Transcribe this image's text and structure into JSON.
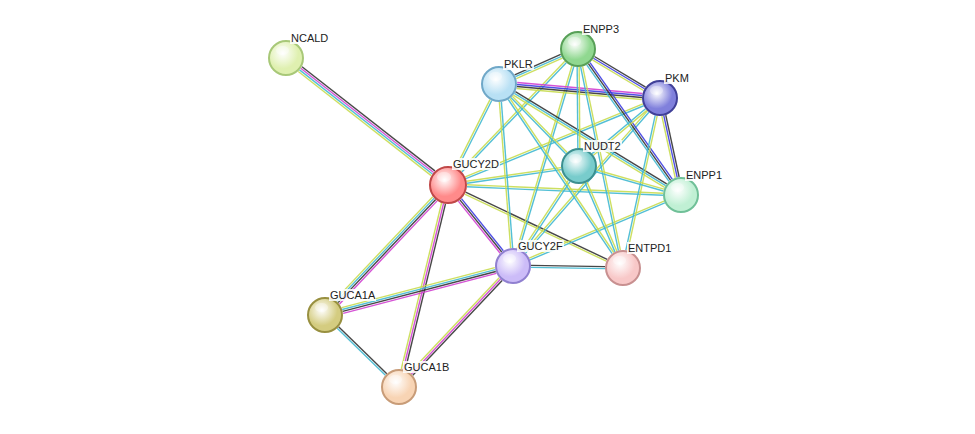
{
  "diagram": {
    "nodes": [
      {
        "text": [
          "NCALD"
        ]
      },
      {
        "text": [
          "ENPP3"
        ]
      },
      {
        "text": [
          "PKLR"
        ]
      },
      {
        "text": [
          "PKM"
        ]
      },
      {
        "text": [
          "GUCY2D"
        ]
      },
      {
        "text": [
          "NUDT2"
        ]
      },
      {
        "text": [
          "ENPP1"
        ]
      },
      {
        "text": [
          "GUCY2F"
        ]
      },
      {
        "text": [
          "ENTPD1"
        ]
      },
      {
        "text": [
          "GUCA1A"
        ]
      },
      {
        "text": [
          "GUCA1B"
        ]
      }
    ],
    "edges": [
      {
        "from": 0,
        "to": 4,
        "arrow": "none"
      },
      {
        "from": 4,
        "to": 2,
        "arrow": "none"
      },
      {
        "from": 4,
        "to": 1,
        "arrow": "none"
      },
      {
        "from": 4,
        "to": 3,
        "arrow": "none"
      },
      {
        "from": 4,
        "to": 5,
        "arrow": "none"
      },
      {
        "from": 4,
        "to": 6,
        "arrow": "none"
      },
      {
        "from": 4,
        "to": 7,
        "arrow": "none"
      },
      {
        "from": 4,
        "to": 8,
        "arrow": "none"
      },
      {
        "from": 4,
        "to": 9,
        "arrow": "none"
      },
      {
        "from": 4,
        "to": 10,
        "arrow": "none"
      },
      {
        "from": 7,
        "to": 2,
        "arrow": "none"
      },
      {
        "from": 7,
        "to": 1,
        "arrow": "none"
      },
      {
        "from": 7,
        "to": 3,
        "arrow": "none"
      },
      {
        "from": 7,
        "to": 5,
        "arrow": "none"
      },
      {
        "from": 7,
        "to": 6,
        "arrow": "none"
      },
      {
        "from": 7,
        "to": 8,
        "arrow": "none"
      },
      {
        "from": 7,
        "to": 9,
        "arrow": "none"
      },
      {
        "from": 7,
        "to": 10,
        "arrow": "none"
      },
      {
        "from": 9,
        "to": 10,
        "arrow": "none"
      },
      {
        "from": 2,
        "to": 1,
        "arrow": "none"
      },
      {
        "from": 2,
        "to": 3,
        "arrow": "none"
      },
      {
        "from": 2,
        "to": 5,
        "arrow": "none"
      },
      {
        "from": 2,
        "to": 6,
        "arrow": "none"
      },
      {
        "from": 2,
        "to": 8,
        "arrow": "none"
      },
      {
        "from": 1,
        "to": 3,
        "arrow": "none"
      },
      {
        "from": 1,
        "to": 5,
        "arrow": "none"
      },
      {
        "from": 1,
        "to": 6,
        "arrow": "none"
      },
      {
        "from": 1,
        "to": 8,
        "arrow": "none"
      },
      {
        "from": 3,
        "to": 5,
        "arrow": "none"
      },
      {
        "from": 3,
        "to": 6,
        "arrow": "none"
      },
      {
        "from": 3,
        "to": 8,
        "arrow": "none"
      },
      {
        "from": 5,
        "to": 6,
        "arrow": "none"
      },
      {
        "from": 5,
        "to": 8,
        "arrow": "none"
      }
    ]
  }
}
